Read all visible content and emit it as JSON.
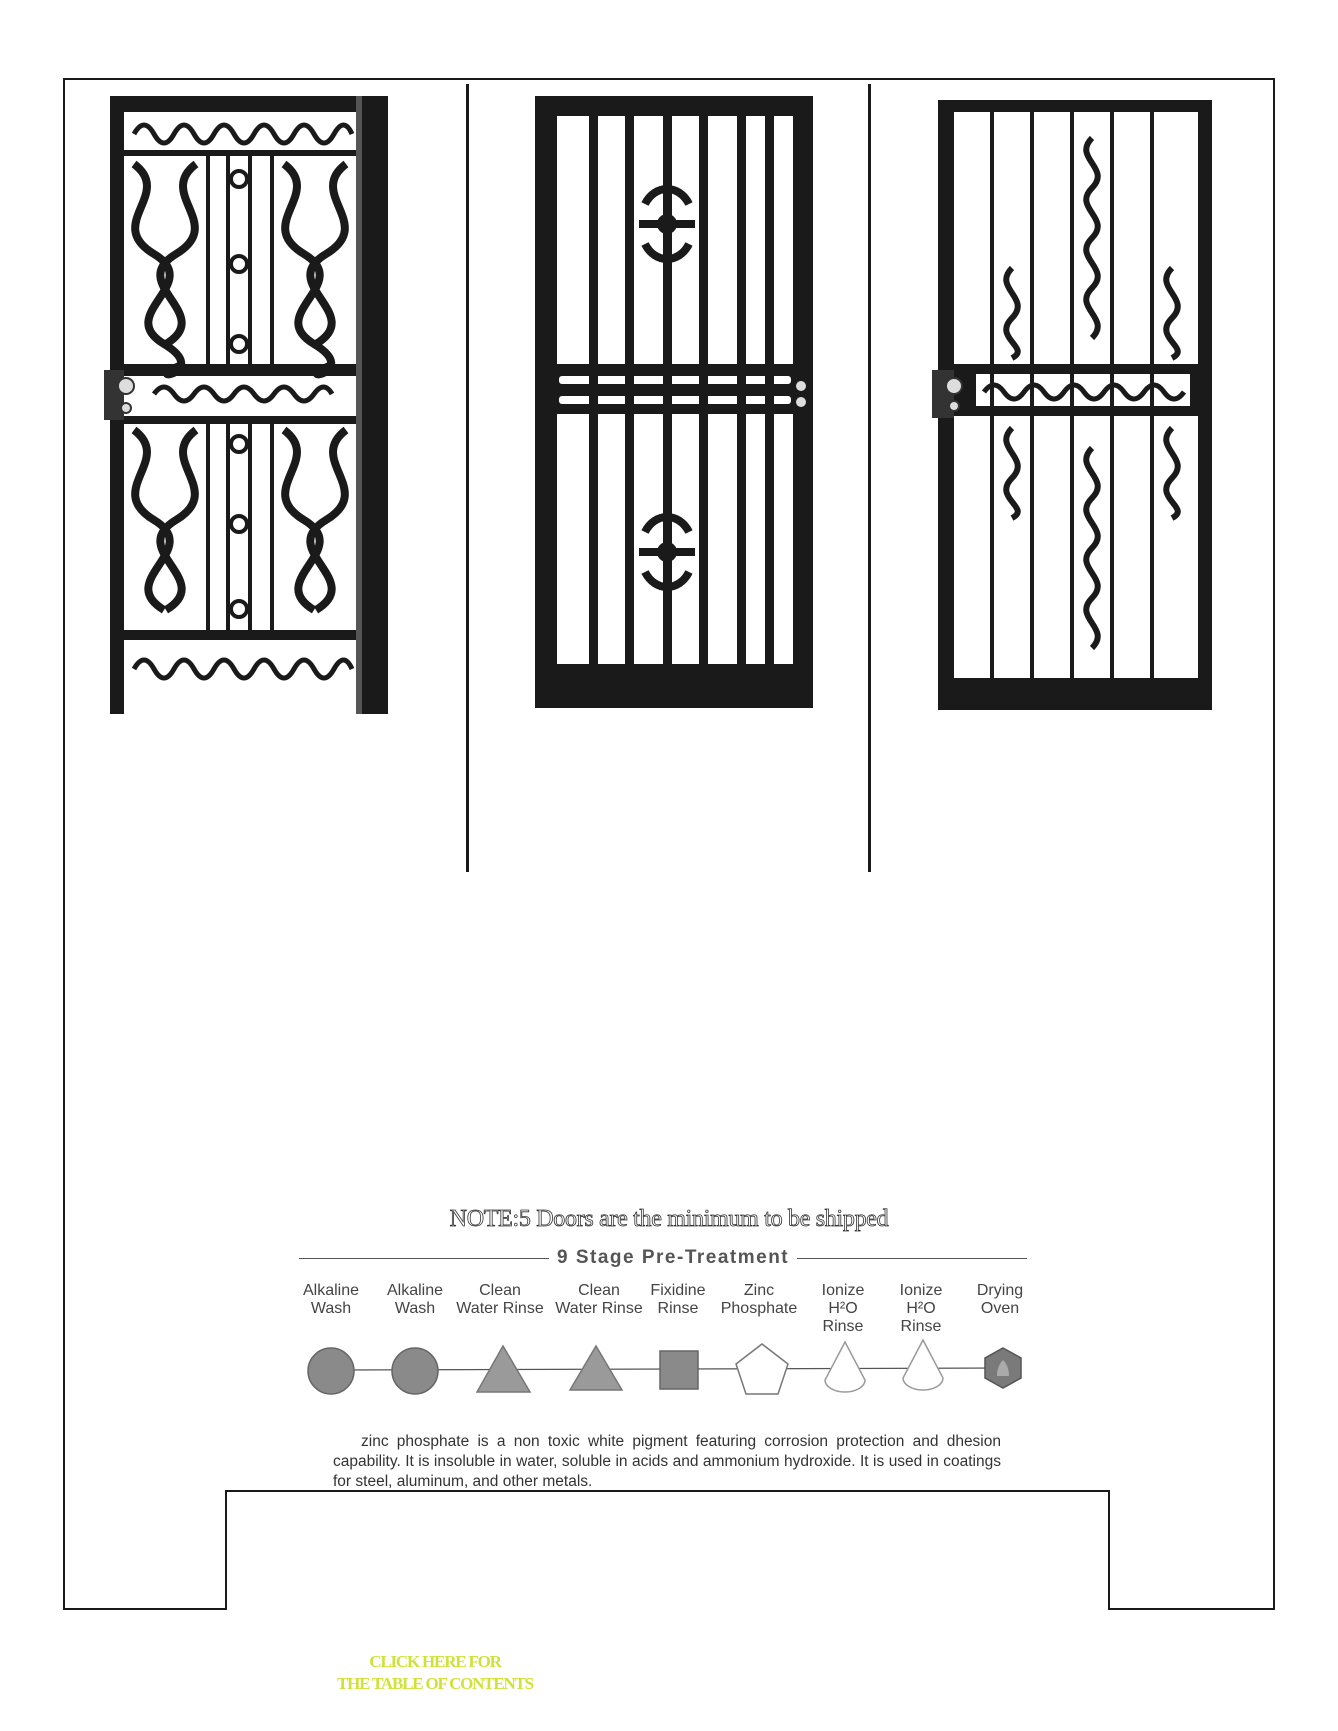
{
  "note": "NOTE:5 Doors are the minimum to be shipped",
  "pretreatment": {
    "title": "9 Stage Pre-Treatment",
    "stages": [
      {
        "lines": [
          "Alkaline",
          "Wash"
        ],
        "shape": "circle",
        "color": "#8a8a8a"
      },
      {
        "lines": [
          "Alkaline",
          "Wash"
        ],
        "shape": "circle",
        "color": "#8a8a8a"
      },
      {
        "lines": [
          "Clean",
          "Water Rinse"
        ],
        "shape": "triangle",
        "color": "#9a9a9a"
      },
      {
        "lines": [
          "Clean",
          "Water Rinse"
        ],
        "shape": "triangle",
        "color": "#9a9a9a"
      },
      {
        "lines": [
          "Fixidine",
          "Rinse"
        ],
        "shape": "square",
        "color": "#8a8a8a"
      },
      {
        "lines": [
          "Zinc",
          "Phosphate"
        ],
        "shape": "pentagon",
        "color": "#ffffff"
      },
      {
        "lines": [
          "Ionize",
          "H²O",
          "Rinse"
        ],
        "shape": "cone",
        "color": "#ffffff"
      },
      {
        "lines": [
          "Ionize",
          "H²O",
          "Rinse"
        ],
        "shape": "cone",
        "color": "#ffffff"
      },
      {
        "lines": [
          "Drying",
          "Oven"
        ],
        "shape": "hexagon",
        "color": "#7a7a7a"
      }
    ]
  },
  "description": "zinc phosphate is a non toxic white pigment featuring corrosion protection and dhesion capability. It is insoluble in water, soluble in acids and ammonium hydroxide. It is used in coatings for steel, aluminum, and other metals.",
  "toc_link": {
    "line1": "CLICK HERE FOR",
    "line2": "THE TABLE OF CONTENTS"
  }
}
